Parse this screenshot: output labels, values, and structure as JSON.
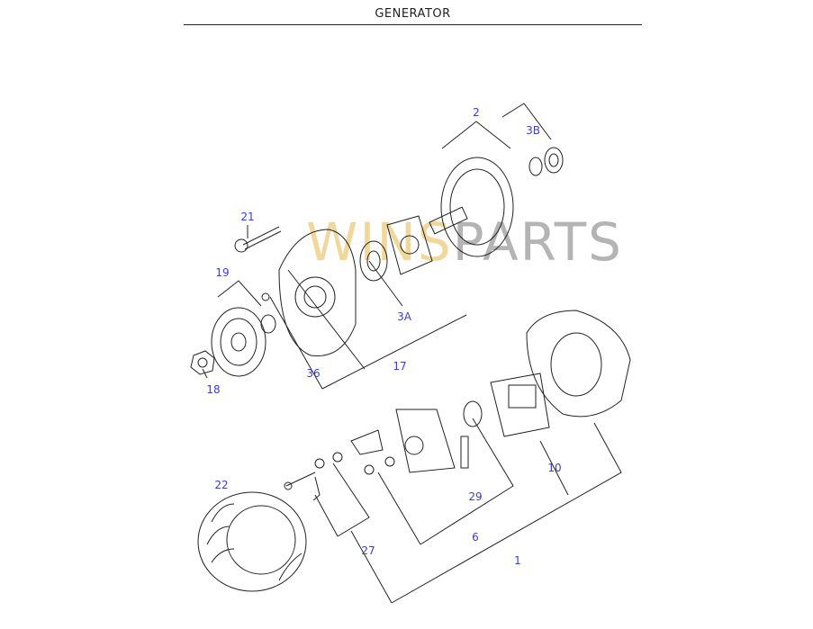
{
  "title": "GENERATOR",
  "watermark": {
    "part1": "WINS",
    "part2": "PARTS"
  },
  "callouts": {
    "c2": "2",
    "c3b": "3B",
    "c21": "21",
    "c19": "19",
    "c3a": "3A",
    "c17": "17",
    "c36": "36",
    "c18": "18",
    "c10": "10",
    "c22": "22",
    "c29": "29",
    "c6": "6",
    "c27": "27",
    "c1": "1"
  },
  "colors": {
    "callout": "#3b3bdd",
    "line": "#222222"
  }
}
